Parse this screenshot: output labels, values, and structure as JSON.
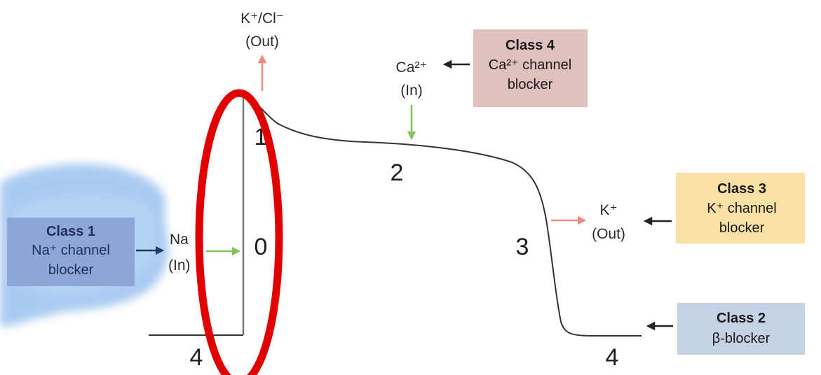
{
  "phases": {
    "phase_4_left": "4",
    "phase_0": "0",
    "phase_1": "1",
    "phase_2": "2",
    "phase_3": "3",
    "phase_4_right": "4"
  },
  "ions": {
    "k_cl_out": {
      "line1": "K⁺/Cl⁻",
      "line2": "(Out)"
    },
    "ca_in": {
      "line1": "Ca²⁺",
      "line2": "(In)"
    },
    "na_in": {
      "line1": "Na",
      "line2": "(In)"
    },
    "k_out": {
      "line1": "K⁺",
      "line2": "(Out)"
    }
  },
  "drug_classes": {
    "class1": {
      "title": "Class 1",
      "line1": "Na⁺ channel",
      "line2": "blocker",
      "color": "#8ea6d8"
    },
    "class2": {
      "title": "Class 2",
      "line1": "β-blocker",
      "color": "#c5d2e6"
    },
    "class3": {
      "title": "Class 3",
      "line1": "K⁺ channel",
      "line2": "blocker",
      "color": "#fbe0a6"
    },
    "class4": {
      "title": "Class 4",
      "line1": "Ca²⁺ channel",
      "line2": "blocker",
      "color": "#dfc1bd"
    }
  },
  "colors": {
    "curve": "#333333",
    "efflux_arrow": "#f08a7e",
    "influx_arrow": "#84c45a",
    "pointer_arrow": "#222222",
    "class1_arrow": "#1f3a66",
    "highlight_ellipse": "#e10000",
    "blue_smudge": "#9cc2ef"
  }
}
